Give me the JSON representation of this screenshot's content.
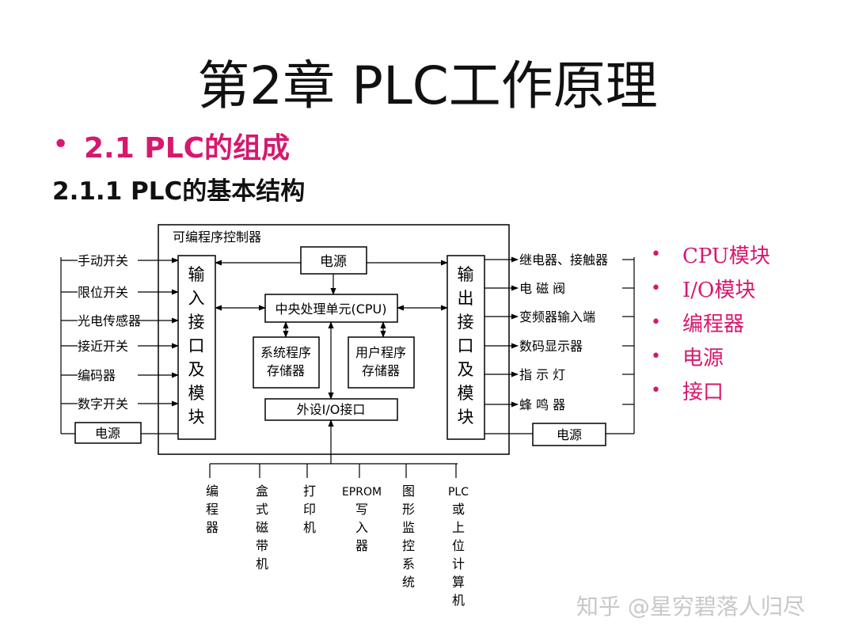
{
  "title": "第2章  PLC工作原理",
  "section": "2.1  PLC的组成",
  "section_bullet": "•",
  "subsection": "2.1.1 PLC的基本结构",
  "diagram": {
    "outer_label": "可编程序控制器",
    "power_top": "电源",
    "cpu": "中央处理单元(CPU)",
    "sys_mem": [
      "系统程序",
      "存储器"
    ],
    "user_mem": [
      "用户程序",
      "存储器"
    ],
    "io_interface": "外设I/O接口",
    "input_module": [
      "输",
      "入",
      "接",
      "口",
      "及",
      "模",
      "块"
    ],
    "output_module": [
      "输",
      "出",
      "接",
      "口",
      "及",
      "模",
      "块"
    ],
    "inputs": [
      "手动开关",
      "限位开关",
      "光电传感器",
      "接近开关",
      "编码器",
      "数字开关"
    ],
    "input_power": "电源",
    "outputs": [
      "继电器、接触器",
      "电 磁 阀",
      "变频器输入端",
      "数码显示器",
      "指 示 灯",
      "蜂 鸣 器"
    ],
    "output_power": "电源",
    "peripherals": [
      [
        "编",
        "程",
        "器"
      ],
      [
        "盒",
        "式",
        "磁",
        "带",
        "机"
      ],
      [
        "打",
        "印",
        "机"
      ],
      [
        "EPROM",
        "写",
        "入",
        "器"
      ],
      [
        "图",
        "形",
        "监",
        "控",
        "系",
        "统"
      ],
      [
        "PLC",
        "或",
        "上",
        "位",
        "计",
        "算",
        "机"
      ]
    ]
  },
  "legend": {
    "bullet": "•",
    "items": [
      "CPU模块",
      "I/O模块",
      "编程器",
      "电源",
      "接口"
    ]
  },
  "watermark": "知乎 @星穷碧落人归尽"
}
